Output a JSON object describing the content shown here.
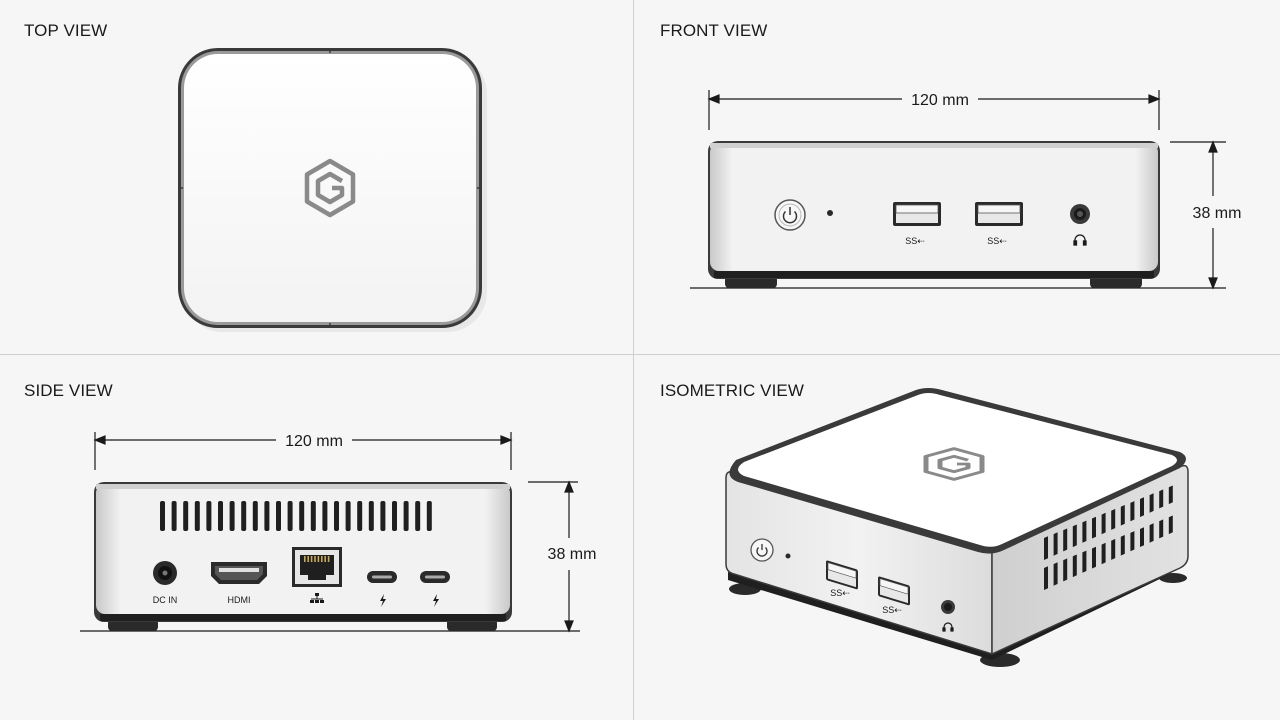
{
  "views": {
    "top": {
      "title": "TOP VIEW"
    },
    "front": {
      "title": "FRONT VIEW",
      "width_label": "120 mm",
      "height_label": "38 mm"
    },
    "side": {
      "title": "SIDE VIEW",
      "width_label": "120 mm",
      "height_label": "38 mm",
      "ports": {
        "dc": "DC IN",
        "hdmi": "HDMI"
      }
    },
    "iso": {
      "title": "ISOMETRIC VIEW"
    }
  },
  "colors": {
    "ink": "#1a1a1a",
    "body": "#ededed",
    "top": "#ffffff",
    "logo": "#8a8a8a",
    "divider": "#cfcfcf"
  }
}
